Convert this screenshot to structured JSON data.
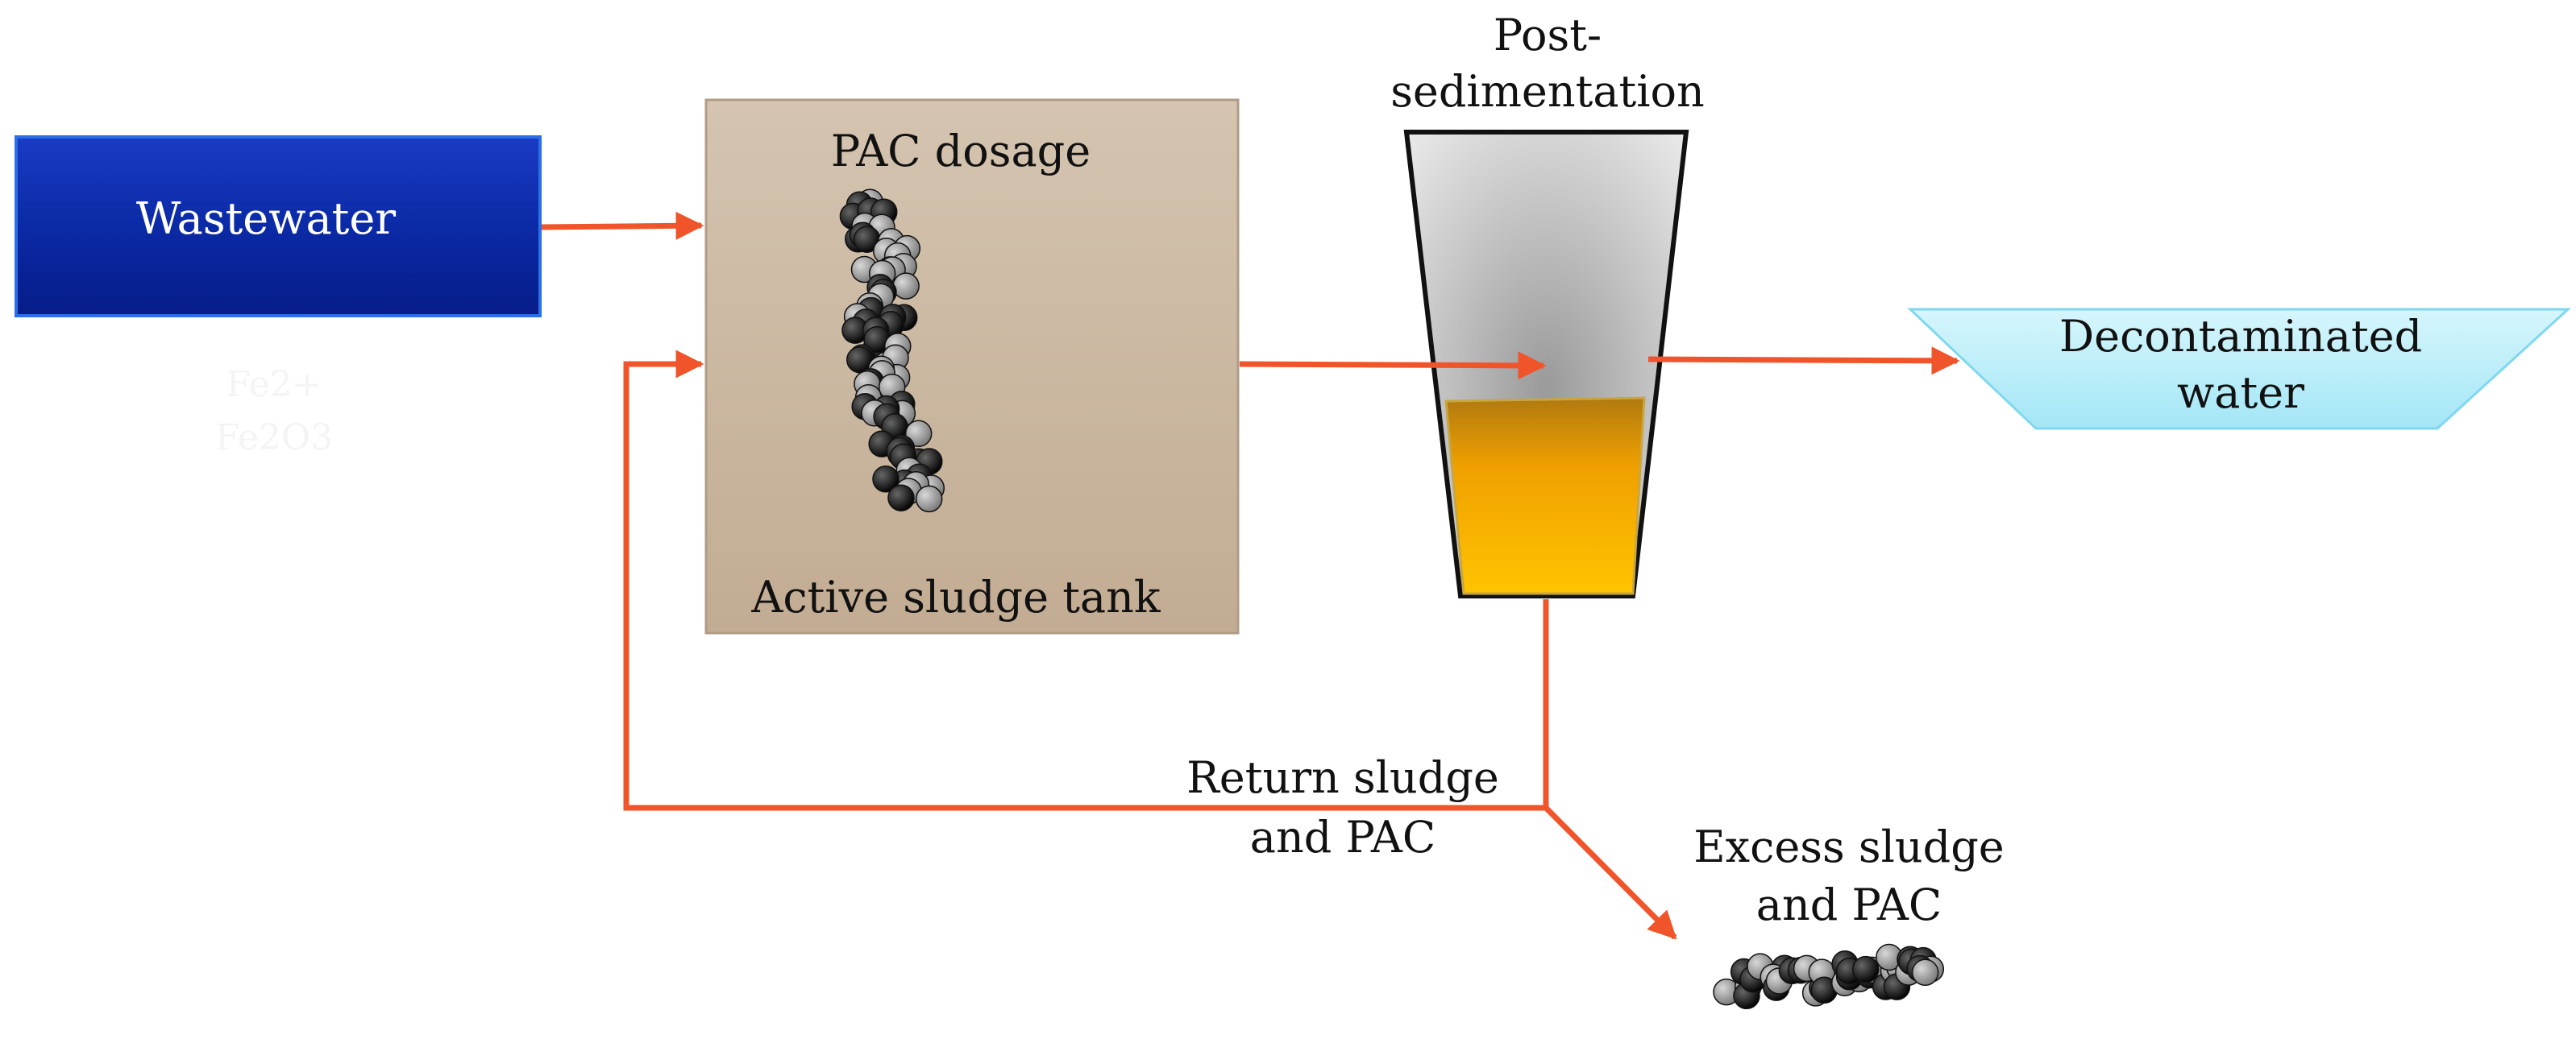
{
  "nodes": {
    "wastewater": {
      "label": "Wastewater"
    },
    "active_sludge_tank": {
      "top_label": "PAC dosage",
      "bottom_label": "Active sludge tank"
    },
    "post_sedimentation": {
      "label_line1": "Post-",
      "label_line2": "sedimentation"
    },
    "decontaminated_water": {
      "label_line1": "Decontaminated",
      "label_line2": "water"
    },
    "excess_sludge": {
      "label_line1": "Excess sludge",
      "label_line2": "and PAC"
    }
  },
  "edges": {
    "return_sludge": {
      "label_line1": "Return sludge",
      "label_line2": "and PAC"
    }
  },
  "colors": {
    "arrow": "#f0542a",
    "wastewater_fill": "#0a2fb4",
    "tank_fill": "#c9b49c",
    "sludge_fill": "#f2aa00",
    "water_fill": "#aeeaf8"
  }
}
